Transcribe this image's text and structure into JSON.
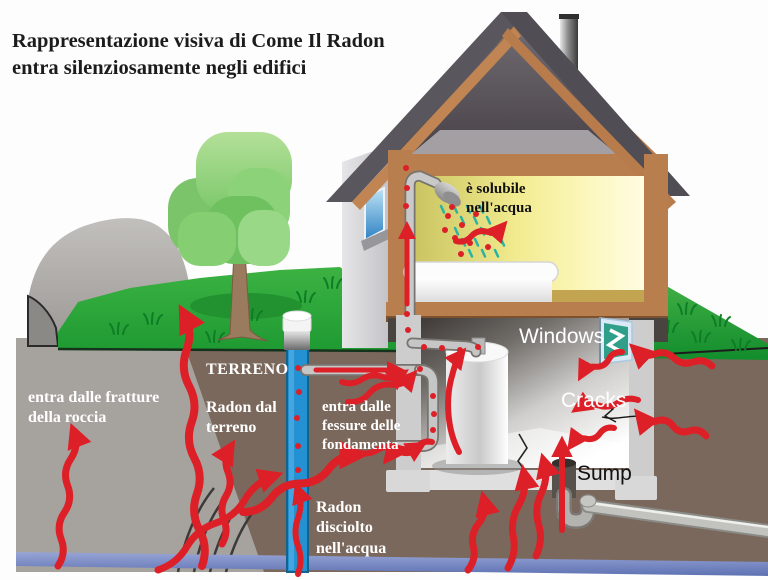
{
  "title": {
    "line1": "Rappresentazione visiva di Come Il Radon",
    "line2": "entra silenziosamente negli edifici"
  },
  "labels": {
    "soluble": [
      "è solubile",
      "nell'acqua"
    ],
    "windows": "Windows",
    "cracks": "Cracks",
    "sump": "Sump",
    "terreno": "TERRENO",
    "radon_dal_terreno": [
      "Radon dal",
      "terreno"
    ],
    "fratture": [
      "entra dalle fratture",
      "della roccia"
    ],
    "fessure": [
      "entra dalle",
      "fessure delle",
      "fondamenta"
    ],
    "disciolto": [
      "Radon",
      "disciolto",
      "nell'acqua"
    ]
  },
  "colors": {
    "arrow_red": "#dd2027",
    "grass_green": "#2fa63a",
    "soil_brown": "#7b685c",
    "rock_gray": "#a6a29e",
    "water_blue": "#6679ba",
    "well_blue": "#2492d2",
    "wood_brown": "#b97e4e",
    "roof_gray": "#57535a",
    "spray_teal": "#2ab3a3",
    "concrete_gray": "#cdcdce"
  }
}
